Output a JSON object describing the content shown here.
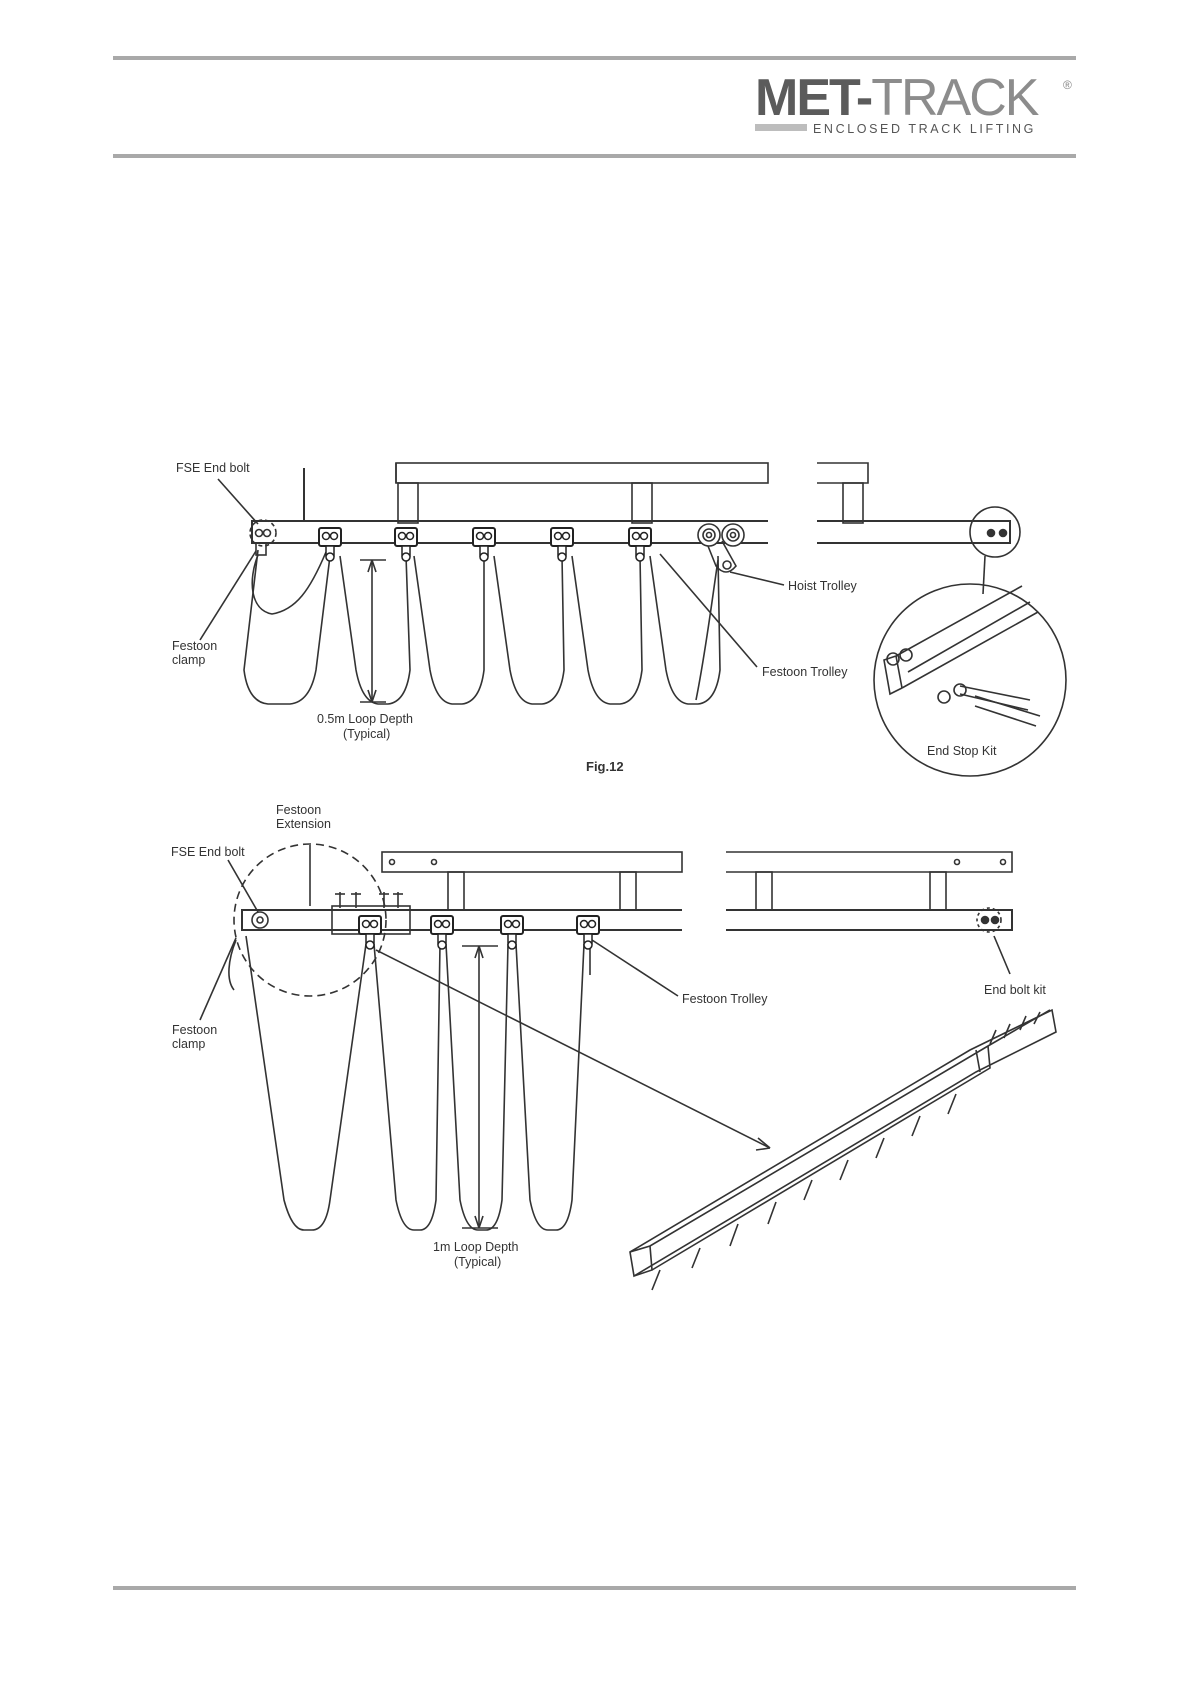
{
  "logo": {
    "brand_dark": "MET-",
    "brand_light": "TRACK",
    "registered": "®",
    "tagline": "ENCLOSED TRACK LIFTING"
  },
  "fig12": {
    "fse_end_bolt": "FSE End bolt",
    "festoon_clamp_1": "Festoon",
    "festoon_clamp_2": "clamp",
    "hoist_trolley": "Hoist Trolley",
    "festoon_trolley": "Festoon Trolley",
    "loop_depth_1": "0.5m Loop Depth",
    "loop_depth_2": "(Typical)",
    "end_stop_kit": "End Stop Kit",
    "caption": "Fig.12"
  },
  "fig_lower": {
    "festoon_extension_1": "Festoon",
    "festoon_extension_2": "Extension",
    "fse_end_bolt": "FSE End bolt",
    "festoon_clamp_1": "Festoon",
    "festoon_clamp_2": "clamp",
    "festoon_trolley": "Festoon Trolley",
    "end_bolt_kit": "End bolt kit",
    "loop_depth_1": "1m Loop Depth",
    "loop_depth_2": "(Typical)"
  },
  "colors": {
    "rule": "#a9a9a9",
    "line": "#333333"
  }
}
